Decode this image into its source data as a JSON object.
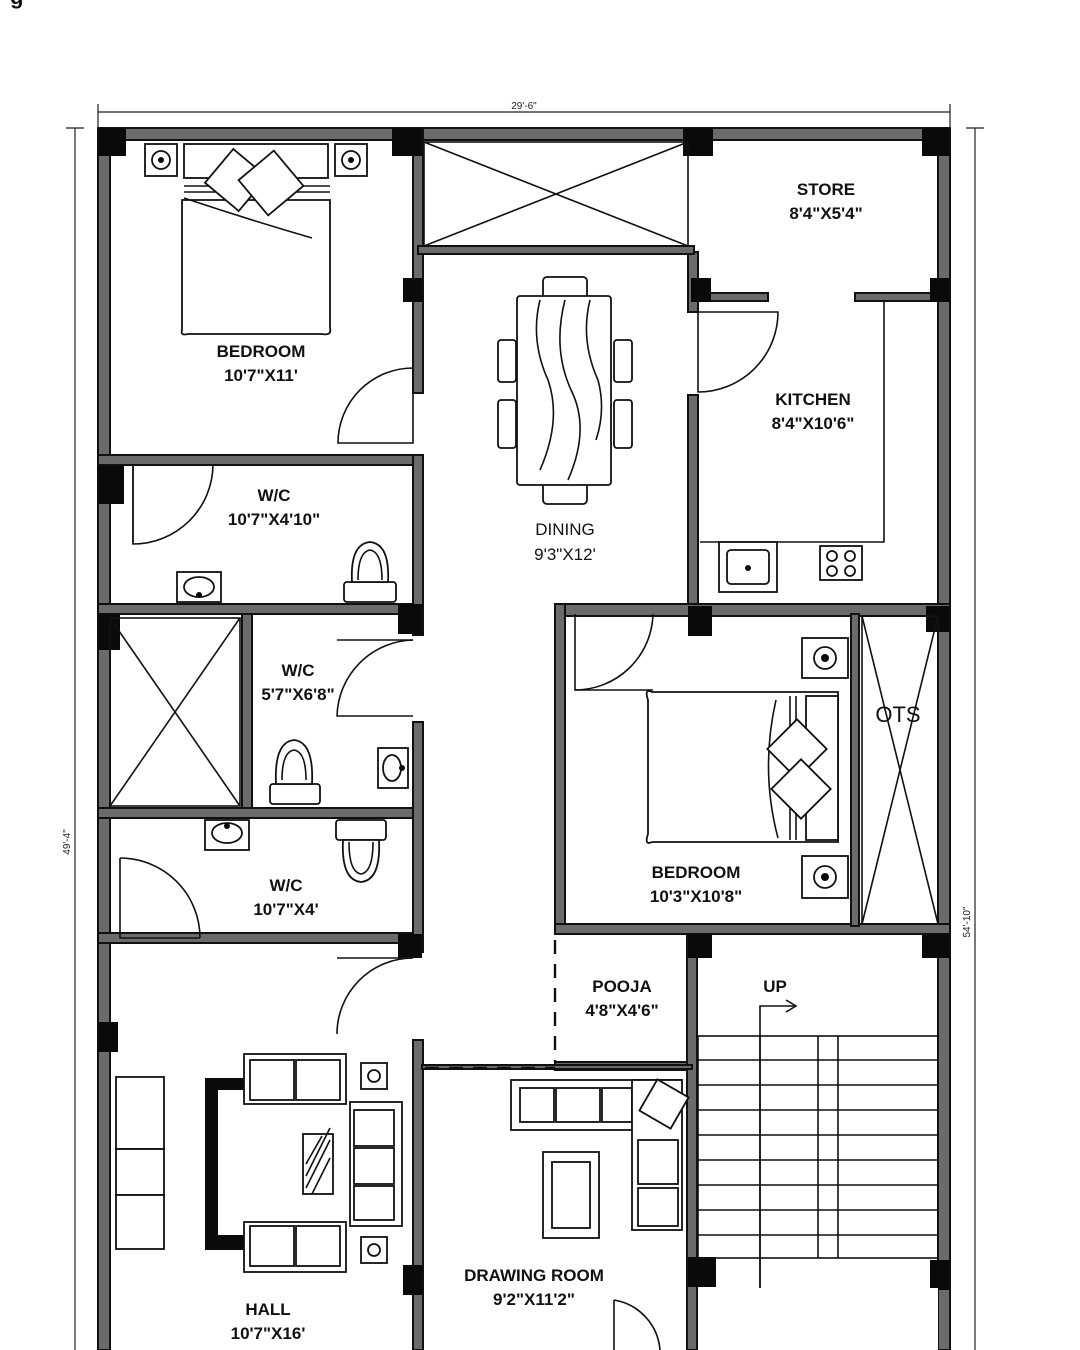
{
  "caption": "g",
  "dimensions": {
    "top_width": "29'-6\"",
    "left_height": "49'-4\"",
    "right_height": "54'-10\""
  },
  "rooms": {
    "bedroom1": {
      "name": "BEDROOM",
      "size": "10'7\"X11'"
    },
    "store": {
      "name": "STORE",
      "size": "8'4\"X5'4\""
    },
    "kitchen": {
      "name": "KITCHEN",
      "size": "8'4\"X10'6\""
    },
    "dining": {
      "name": "DINING",
      "size": "9'3\"X12'"
    },
    "wc1": {
      "name": "W/C",
      "size": "10'7\"X4'10\""
    },
    "wc2": {
      "name": "W/C",
      "size": "5'7\"X6'8\""
    },
    "wc3": {
      "name": "W/C",
      "size": "10'7\"X4'"
    },
    "bedroom2": {
      "name": "BEDROOM",
      "size": "10'3\"X10'8\""
    },
    "ots": {
      "name": "OTS"
    },
    "pooja": {
      "name": "POOJA",
      "size": "4'8\"X4'6\""
    },
    "stairs": {
      "name": "UP"
    },
    "drawing_room": {
      "name": "DRAWING ROOM",
      "size": "9'2\"X11'2\""
    },
    "hall": {
      "name": "HALL",
      "size": "10'7\"X16'"
    }
  }
}
